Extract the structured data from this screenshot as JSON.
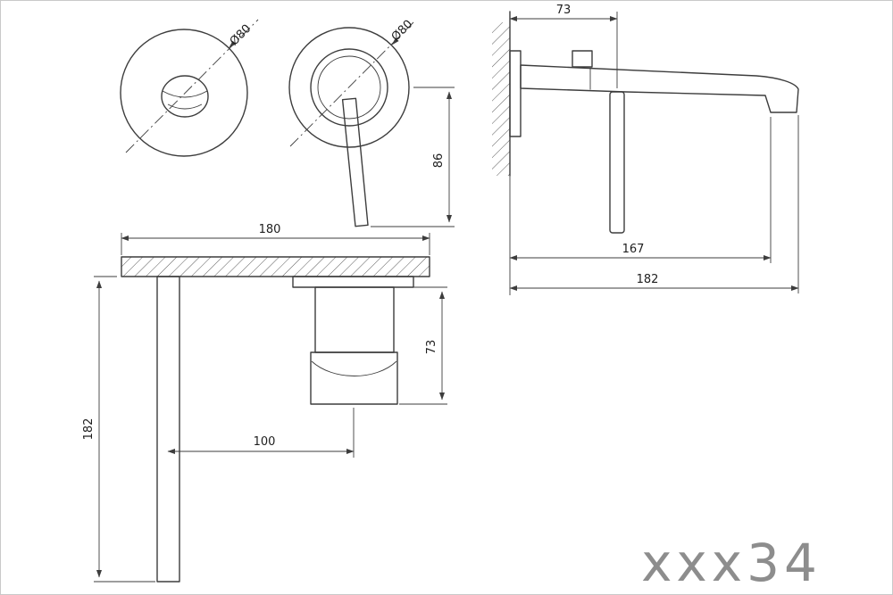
{
  "drawing": {
    "model_label": "xxx34",
    "dimensions": {
      "handle_front_diameter": "Ø80",
      "spout_front_diameter": "Ø80",
      "lever_length": "86",
      "side_wall_offset": "73",
      "side_spout_reach": "167",
      "side_total_reach": "182",
      "plate_width": "180",
      "handle_length": "182",
      "spout_body_height": "73",
      "centers_distance": "100"
    }
  }
}
